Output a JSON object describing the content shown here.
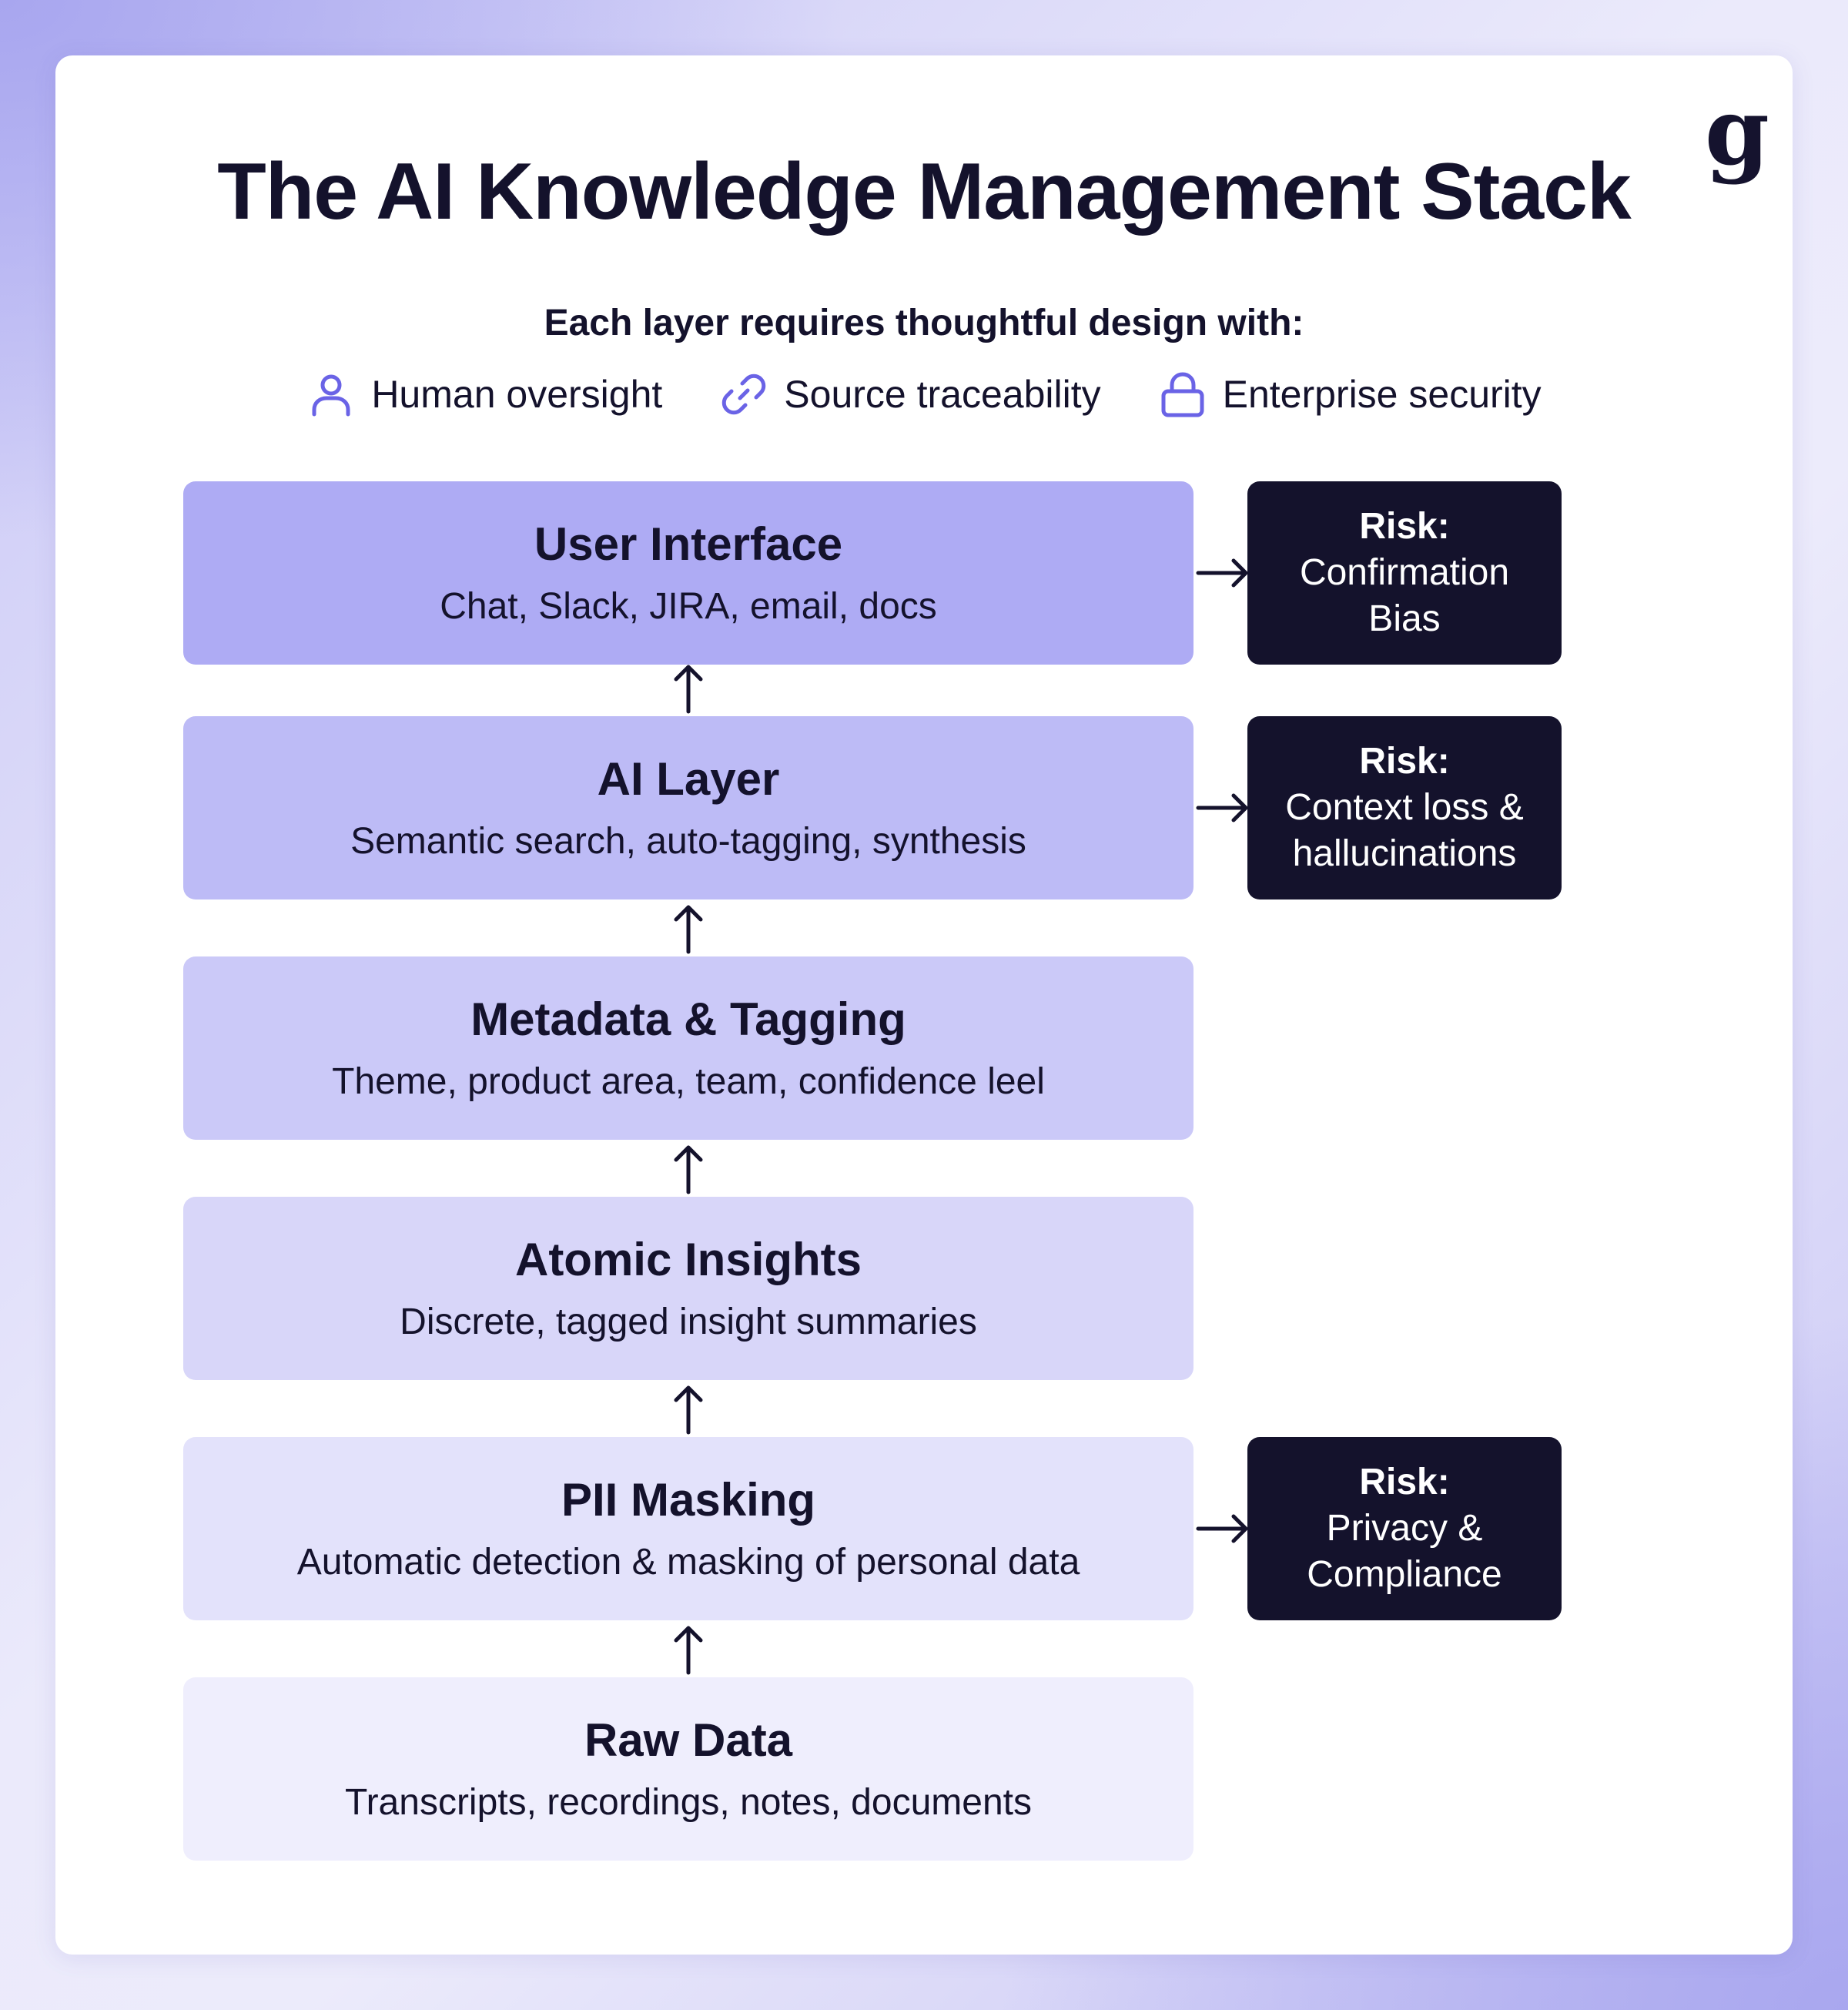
{
  "logo": "g",
  "title": "The AI Knowledge Management Stack",
  "subtitle": "Each layer requires thoughtful design with:",
  "principles": [
    {
      "icon": "person-icon",
      "label": "Human oversight"
    },
    {
      "icon": "link-icon",
      "label": "Source traceability"
    },
    {
      "icon": "lock-icon",
      "label": "Enterprise security"
    }
  ],
  "layers": [
    {
      "title": "User Interface",
      "description": "Chat, Slack, JIRA, email, docs",
      "color": "#aeabf4"
    },
    {
      "title": "AI Layer",
      "description": "Semantic search, auto-tagging, synthesis",
      "color": "#bdbbf6"
    },
    {
      "title": "Metadata & Tagging",
      "description": "Theme, product area, team, confidence leel",
      "color": "#cbc9f8"
    },
    {
      "title": "Atomic Insights",
      "description": "Discrete, tagged insight summaries",
      "color": "#d8d6f9"
    },
    {
      "title": "PII Masking",
      "description": "Automatic detection & masking of personal data",
      "color": "#e3e2fb"
    },
    {
      "title": "Raw Data",
      "description": "Transcripts, recordings, notes, documents",
      "color": "#efeefd"
    }
  ],
  "risks": [
    {
      "label": "Risk:",
      "text": "Confirmation\nBias"
    },
    {
      "label": "Risk:",
      "text": "Context loss &\nhallucinations"
    },
    {
      "label": "Risk:",
      "text": "Privacy &\nCompliance"
    }
  ],
  "colors": {
    "accent": "#6a63e6",
    "dark": "#14122c"
  }
}
